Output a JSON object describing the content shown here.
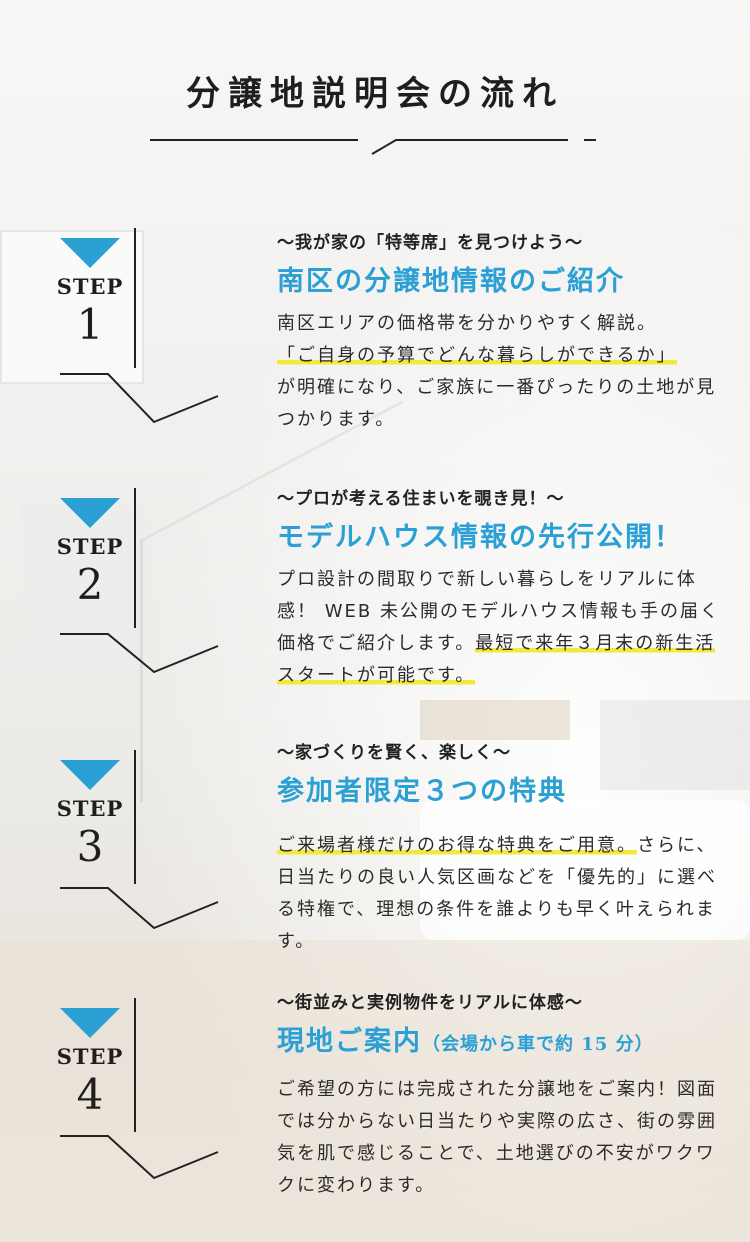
{
  "title": "分譲地説明会の流れ",
  "theme": {
    "accent": "#2aa0d4",
    "highlight": "#f2ea3a",
    "text": "#2b2b2b"
  },
  "step_word": "STEP",
  "steps": [
    {
      "number": "1",
      "catch": "〜我が家の「特等席」を見つけよう〜",
      "heading": "南区の分譲地情報のご紹介",
      "heading_sub": "",
      "body_parts": [
        "南区エリアの価格帯を分かりやすく解説。",
        "「ご自身の予算でどんな暮らしができるか」",
        "が明確になり、ご家族に一番ぴったりの土地が見つかります。"
      ]
    },
    {
      "number": "2",
      "catch": "〜プロが考える住まいを覗き見！〜",
      "heading": "モデルハウス情報の先行公開！",
      "heading_sub": "",
      "body_parts": [
        "プロ設計の間取りで新しい暮らしをリアルに体感！ WEB 未公開のモデルハウス情報も手の届く価格でご紹介します。",
        "最短で来年３月末の新生活スタートが可能です。"
      ]
    },
    {
      "number": "3",
      "catch": "〜家づくりを賢く、楽しく〜",
      "heading": "参加者限定３つの特典",
      "heading_sub": "",
      "body_parts": [
        "ご来場者様だけのお得な特典をご用意。",
        "さらに、日当たりの良い人気区画などを「優先的」に選べる特権で、理想の条件を誰よりも早く叶えられます。"
      ]
    },
    {
      "number": "4",
      "catch": "〜街並みと実例物件をリアルに体感〜",
      "heading": "現地ご案内",
      "heading_sub": "（会場から車で約 15 分）",
      "body_parts": [
        "ご希望の方には完成された分譲地をご案内！図面では分からない日当たりや実際の広さ、街の雰囲気を肌で感じることで、土地選びの不安がワクワクに変わります。"
      ]
    }
  ]
}
